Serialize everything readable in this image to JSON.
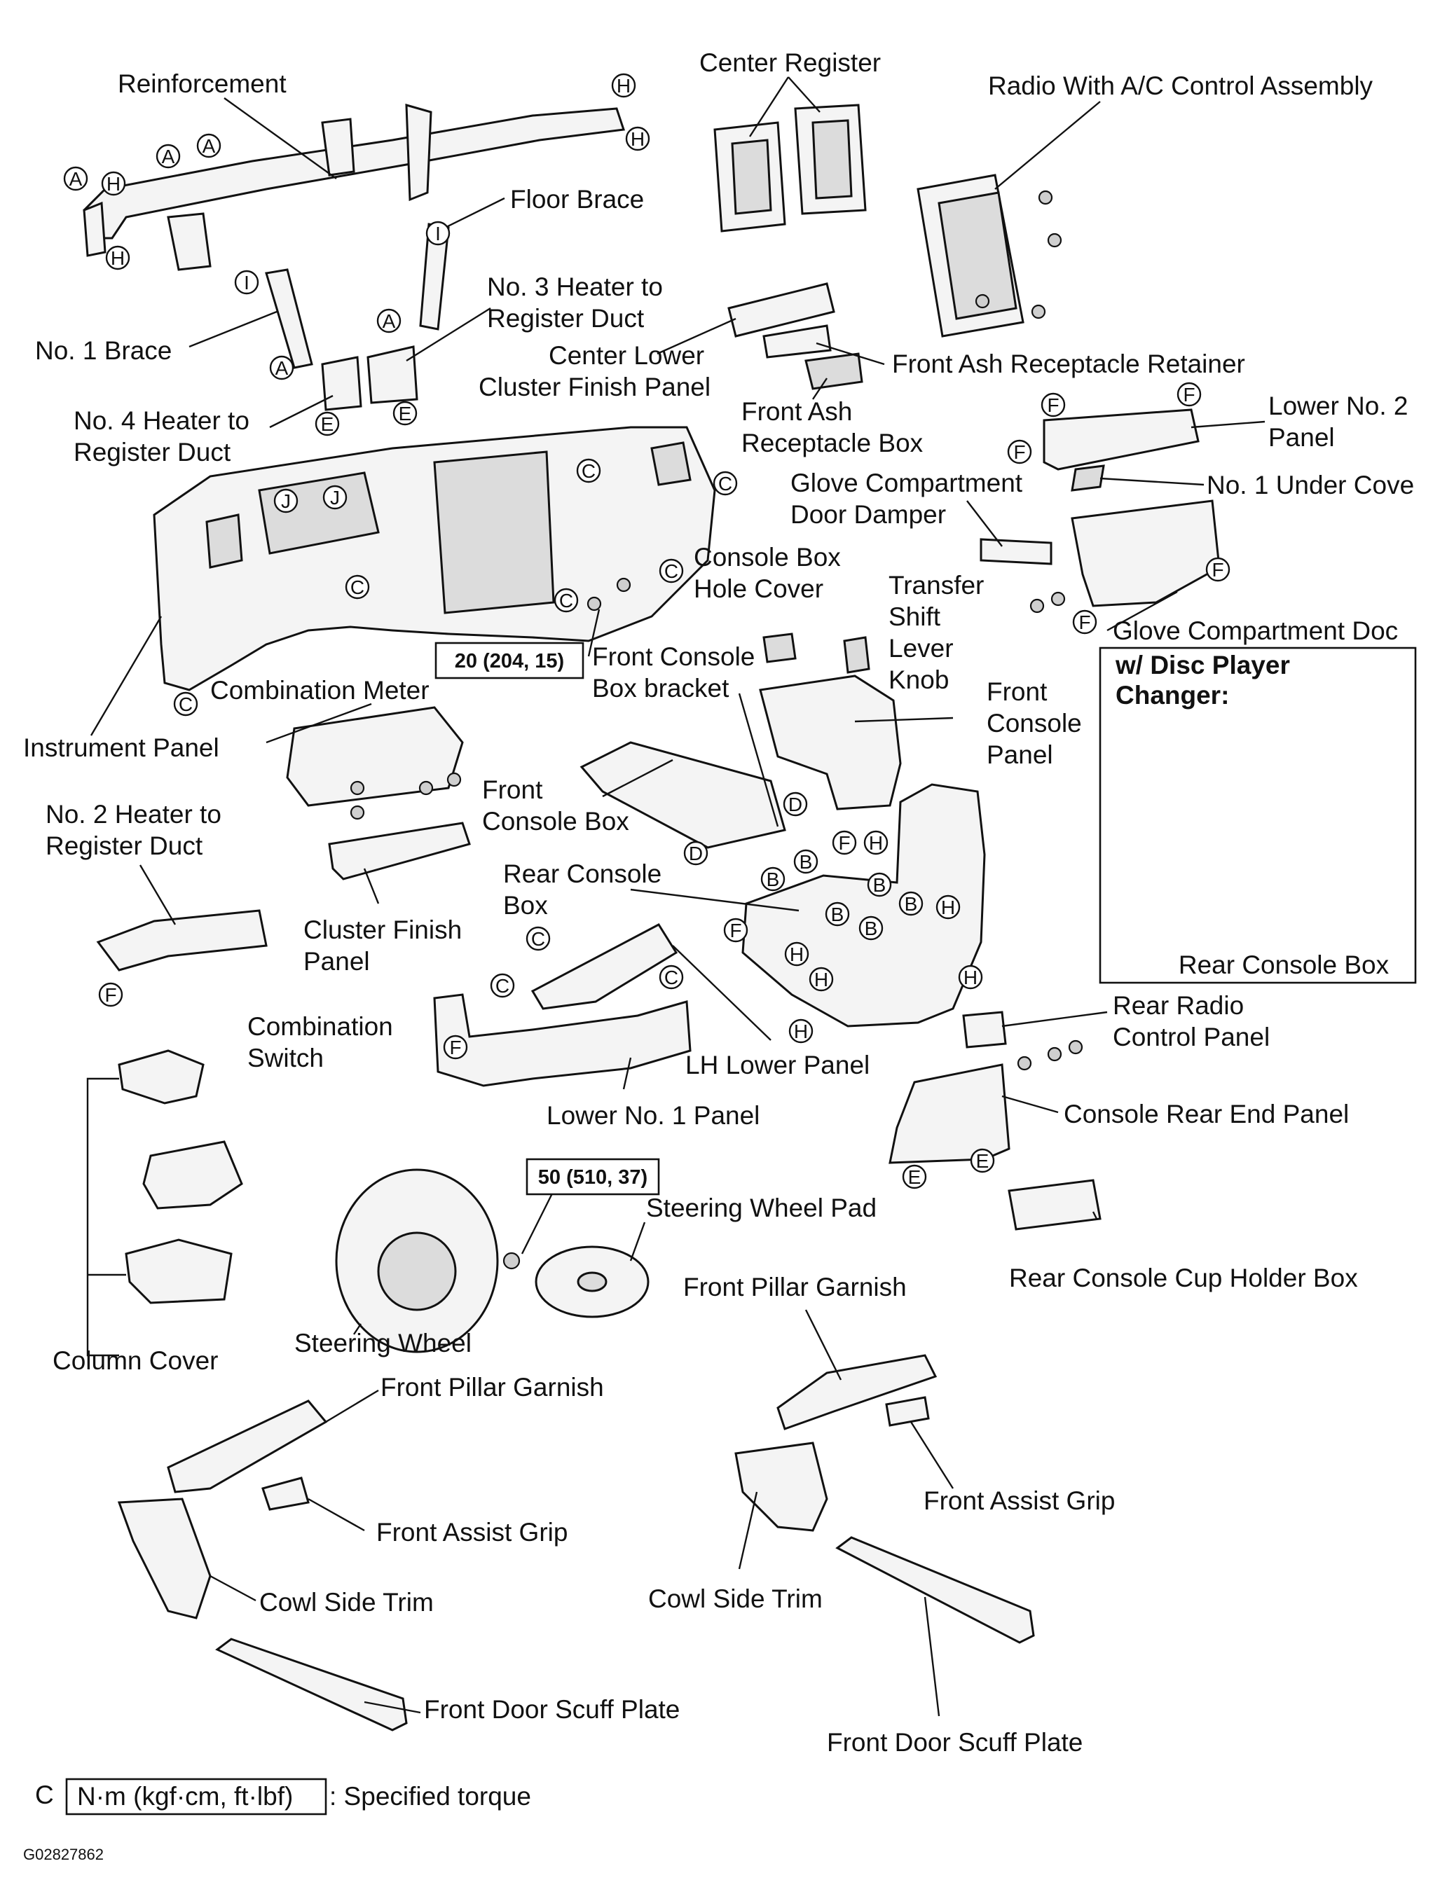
{
  "labels": {
    "reinforcement": "Reinforcement",
    "center_register": "Center Register",
    "radio_ac": "Radio With A/C Control Assembly",
    "floor_brace": "Floor Brace",
    "no1_brace": "No. 1 Brace",
    "no3_duct_1": "No. 3 Heater to",
    "no3_duct_2": "Register Duct",
    "center_lower_1": "Center Lower",
    "center_lower_2": "Cluster Finish Panel",
    "ash_retainer": "Front Ash Receptacle Retainer",
    "ash_box_1": "Front Ash",
    "ash_box_2": "Receptacle Box",
    "no4_duct_1": "No. 4 Heater to",
    "no4_duct_2": "Register Duct",
    "lower_no2_1": "Lower No. 2",
    "lower_no2_2": "Panel",
    "glove_damper_1": "Glove Compartment",
    "glove_damper_2": "Door Damper",
    "no1_under": "No. 1 Under Cove",
    "console_hole_1": "Console Box",
    "console_hole_2": "Hole Cover",
    "transfer_1": "Transfer",
    "transfer_2": "Shift",
    "transfer_3": "Lever",
    "transfer_4": "Knob",
    "glove_door": "Glove Compartment Doc",
    "front_console_bracket_1": "Front Console",
    "front_console_bracket_2": "Box bracket",
    "combination_meter": "Combination Meter",
    "front_console_panel_1": "Front",
    "front_console_panel_2": "Console",
    "front_console_panel_3": "Panel",
    "instrument_panel": "Instrument Panel",
    "front_console_box_1": "Front",
    "front_console_box_2": "Console Box",
    "no2_duct_1": "No. 2 Heater to",
    "no2_duct_2": "Register Duct",
    "rear_console_1": "Rear Console",
    "rear_console_2": "Box",
    "cluster_finish_1": "Cluster Finish",
    "cluster_finish_2": "Panel",
    "combination_switch_1": "Combination",
    "combination_switch_2": "Switch",
    "lh_lower": "LH Lower Panel",
    "rear_radio_1": "Rear Radio",
    "rear_radio_2": "Control Panel",
    "lower_no1": "Lower No. 1 Panel",
    "console_rear_end": "Console Rear End Panel",
    "steering_pad": "Steering Wheel Pad",
    "rear_cup": "Rear Console Cup Holder Box",
    "front_pillar_r": "Front Pillar Garnish",
    "column_cover": "Column Cover",
    "steering_wheel": "Steering Wheel",
    "front_pillar_l": "Front Pillar Garnish",
    "front_assist_r": "Front Assist Grip",
    "front_assist_l": "Front Assist Grip",
    "cowl_side_l": "Cowl Side Trim",
    "cowl_side_r": "Cowl Side Trim",
    "front_scuff_l": "Front Door Scuff Plate",
    "front_scuff_r": "Front Door Scuff Plate"
  },
  "inset": {
    "title_1": "w/ Disc Player",
    "title_2": "Changer:",
    "rear_console": "Rear Console Box"
  },
  "torques": {
    "t1": "20 (204, 15)",
    "t2": "50 (510, 37)"
  },
  "legend": {
    "prefix": "C",
    "unit": "N·m (kgf·cm, ft·lbf)",
    "desc": ": Specified torque"
  },
  "figure_code": "G02827862",
  "clips": {
    "A": "A",
    "B": "B",
    "C": "C",
    "D": "D",
    "E": "E",
    "F": "F",
    "H": "H",
    "I": "I",
    "J": "J"
  }
}
